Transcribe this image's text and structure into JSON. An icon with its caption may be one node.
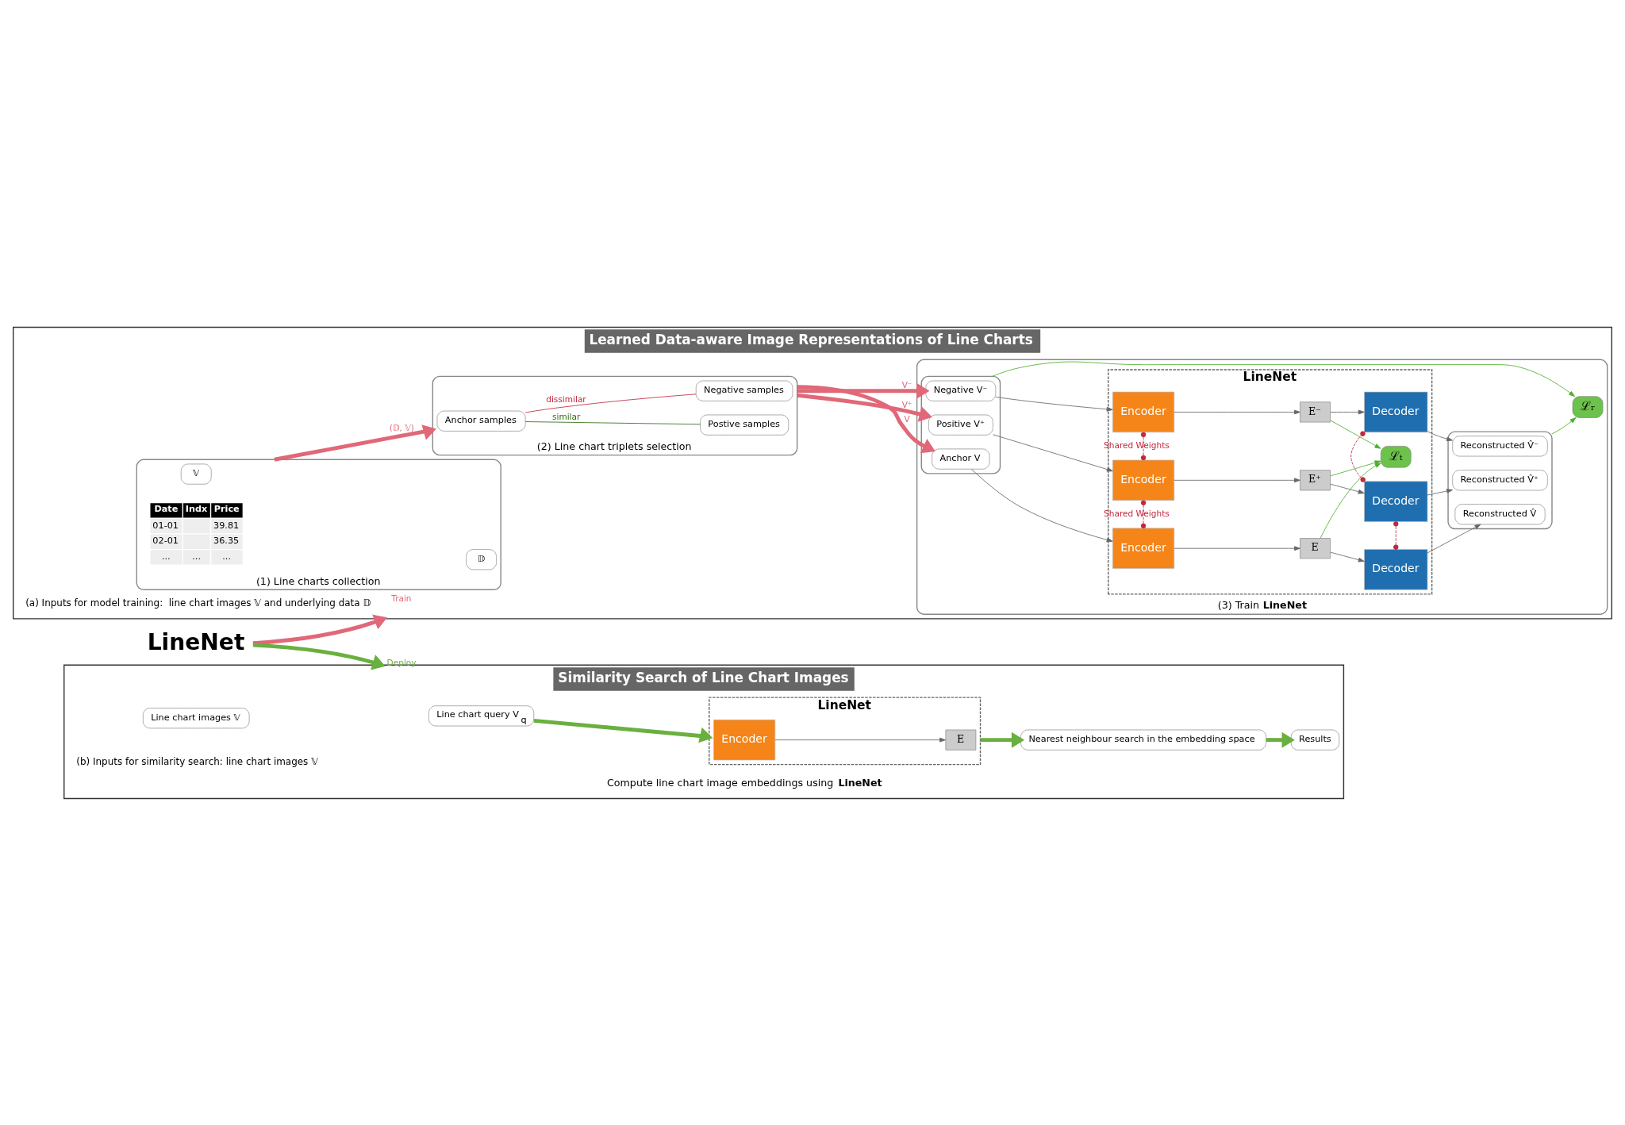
{
  "diagram": {
    "nodes": [
      {
        "text": [
          "Learned Data-aware Image Representations of Line Charts"
        ]
      },
      {
        "text": [
          "(1) Line charts collection"
        ],
        "in": 0
      },
      {
        "text": [
          "𝔻"
        ],
        "in": 1
      },
      {
        "text": [
          "𝕍"
        ],
        "in": 1
      },
      {
        "text": [
          "(2) Line chart triplets selection"
        ],
        "in": 0
      },
      {
        "text": [
          "Anchor samples"
        ],
        "in": 4
      },
      {
        "text": [
          "Postive samples"
        ],
        "in": 4
      },
      {
        "text": [
          "Negative samples"
        ],
        "in": 4
      },
      {
        "text": [
          "(3) Train **LineNet**"
        ],
        "in": 0
      },
      {
        "text": [],
        "shape": "box",
        "in": 8
      },
      {
        "text": [
          "Anchor V"
        ],
        "in": 9
      },
      {
        "text": [
          "Positive V⁺"
        ],
        "in": 9
      },
      {
        "text": [
          "Negative V⁻"
        ],
        "in": 9
      },
      {
        "text": [
          "LineNet"
        ],
        "in": 8
      },
      {
        "text": [
          "Encoder"
        ],
        "in": 13
      },
      {
        "text": [
          "Encoder"
        ],
        "in": 13
      },
      {
        "text": [
          "Encoder"
        ],
        "in": 13
      },
      {
        "text": [
          "E"
        ],
        "in": 13
      },
      {
        "text": [
          "E⁺"
        ],
        "in": 13
      },
      {
        "text": [
          "E⁻"
        ],
        "in": 13
      },
      {
        "text": [
          "Decoder"
        ],
        "in": 13
      },
      {
        "text": [
          "Decoder"
        ],
        "in": 13
      },
      {
        "text": [
          "Decoder"
        ],
        "in": 13
      },
      {
        "text": [
          "ℒₜ"
        ],
        "in": 13
      },
      {
        "text": [],
        "shape": "box",
        "in": 8
      },
      {
        "text": [
          "Reconstructed V̂"
        ],
        "in": 24
      },
      {
        "text": [
          "Reconstructed V̂⁺"
        ],
        "in": 24
      },
      {
        "text": [
          "Reconstructed V̂⁻"
        ],
        "in": 24
      },
      {
        "text": [
          "ℒᵣ"
        ],
        "in": 8
      },
      {
        "text": [
          "Similarity Search of Line Chart Images"
        ]
      },
      {
        "text": [
          "Line chart query V$_{q}$"
        ],
        "in": 29
      },
      {
        "text": [
          "Line chart images 𝕍"
        ],
        "in": 29
      },
      {
        "text": [
          "LineNet"
        ],
        "in": 29,
        "beside": [
          "Compute line chart image embeddings using **LineNet**"
        ]
      },
      {
        "text": [
          "Encoder"
        ],
        "in": 32
      },
      {
        "text": [
          "E"
        ],
        "in": 32
      },
      {
        "text": [
          "Nearest neighbour search in the embedding space"
        ],
        "in": 29
      },
      {
        "text": [
          "Results"
        ],
        "in": 29
      },
      {
        "text": [
          "LineNet"
        ]
      }
    ],
    "edges": [
      {
        "from": 1,
        "to": 4,
        "arrow": "to",
        "label": "(𝔻, 𝕍)",
        "color": "#e06878",
        "style": "thick"
      },
      {
        "from": 5,
        "to": 6,
        "arrow": "none",
        "label": "similar",
        "color": "#2e6b12"
      },
      {
        "from": 5,
        "to": 7,
        "arrow": "none",
        "label": "dissimilar",
        "color": "#c0283c"
      },
      {
        "from": 4,
        "to": 10,
        "arrow": "to",
        "label": "V",
        "color": "#e06878",
        "style": "thick"
      },
      {
        "from": 4,
        "to": 11,
        "arrow": "to",
        "label": "V⁺",
        "color": "#e06878",
        "style": "thick"
      },
      {
        "from": 4,
        "to": 12,
        "arrow": "to",
        "label": "V⁻",
        "color": "#e06878",
        "style": "thick"
      },
      {
        "from": 10,
        "to": 14,
        "arrow": "to"
      },
      {
        "from": 11,
        "to": 15,
        "arrow": "to"
      },
      {
        "from": 12,
        "to": 16,
        "arrow": "to"
      },
      {
        "from": 14,
        "to": 17,
        "arrow": "to"
      },
      {
        "from": 15,
        "to": 18,
        "arrow": "to"
      },
      {
        "from": 16,
        "to": 19,
        "arrow": "to"
      },
      {
        "from": 17,
        "to": 20,
        "arrow": "to"
      },
      {
        "from": 18,
        "to": 21,
        "arrow": "to"
      },
      {
        "from": 19,
        "to": 22,
        "arrow": "to"
      },
      {
        "from": 20,
        "to": 25,
        "arrow": "to"
      },
      {
        "from": 21,
        "to": 26,
        "arrow": "to"
      },
      {
        "from": 22,
        "to": 27,
        "arrow": "to"
      },
      {
        "from": 14,
        "to": 15,
        "arrow": "other",
        "label": "Shared Weights",
        "style": "dashed",
        "color": "#c0283c"
      },
      {
        "from": 15,
        "to": 16,
        "arrow": "other",
        "label": "Shared Weights",
        "style": "dashed",
        "color": "#c0283c"
      },
      {
        "from": 20,
        "to": 21,
        "arrow": "other",
        "style": "dashed",
        "color": "#c0283c"
      },
      {
        "from": 21,
        "to": 22,
        "arrow": "other",
        "style": "dashed",
        "color": "#c0283c"
      },
      {
        "from": 17,
        "to": 23,
        "arrow": "to",
        "color": "#4caf2a"
      },
      {
        "from": 18,
        "to": 23,
        "arrow": "to",
        "color": "#4caf2a"
      },
      {
        "from": 19,
        "to": 23,
        "arrow": "to",
        "color": "#4caf2a"
      },
      {
        "from": 9,
        "to": 28,
        "arrow": "to",
        "color": "#4caf2a"
      },
      {
        "from": 24,
        "to": 28,
        "arrow": "to",
        "color": "#4caf2a"
      },
      {
        "from": 37,
        "to": 0,
        "arrow": "to",
        "label": "Train",
        "color": "#e06878",
        "style": "thick"
      },
      {
        "from": 37,
        "to": 29,
        "arrow": "to",
        "label": "Deploy",
        "color": "#6ab040",
        "style": "thick"
      },
      {
        "from": 30,
        "to": 32,
        "arrow": "to",
        "color": "#6ab040",
        "style": "thick"
      },
      {
        "from": 33,
        "to": 34,
        "arrow": "to"
      },
      {
        "from": 32,
        "to": 35,
        "arrow": "to",
        "color": "#6ab040",
        "style": "thick"
      },
      {
        "from": 35,
        "to": 36,
        "arrow": "to",
        "color": "#6ab040",
        "style": "thick"
      }
    ],
    "labels": [
      "Date",
      "Indx",
      "Price",
      "01-01",
      "39.81",
      "02-01",
      "36.35",
      "...",
      "...",
      "...",
      "(a) Inputs for model training:  line chart images 𝕍 and underlying data 𝔻",
      "(b) Inputs for similarity search: line chart images 𝕍"
    ]
  }
}
